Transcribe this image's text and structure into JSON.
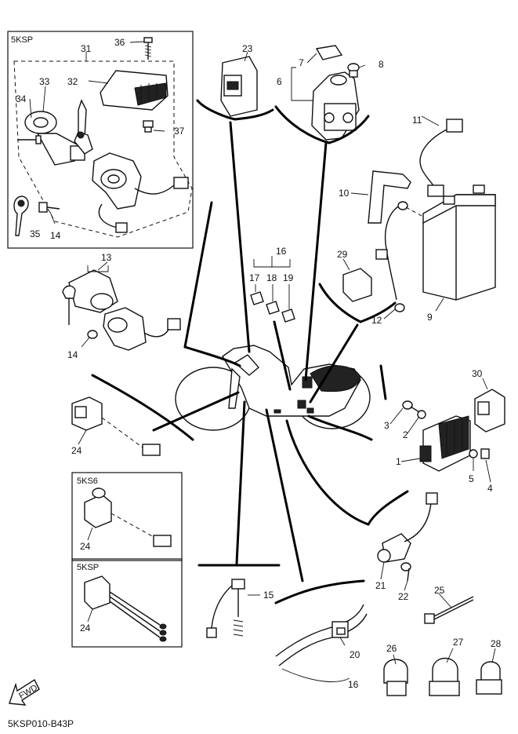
{
  "diagram": {
    "code": "5KSP010-B43P",
    "fwd_label": "FWD",
    "boxes": {
      "top_left": "5KSP",
      "mid_a": "5KS6",
      "mid_b": "5KSP"
    },
    "callouts": {
      "p1": "1",
      "p2": "2",
      "p3": "3",
      "p4": "4",
      "p5": "5",
      "p6": "6",
      "p7": "7",
      "p8": "8",
      "p9": "9",
      "p10": "10",
      "p11": "11",
      "p12": "12",
      "p13": "13",
      "p14a": "14",
      "p14b": "14",
      "p15": "15",
      "p16a": "16",
      "p16b": "16",
      "p17": "17",
      "p18": "18",
      "p19": "19",
      "p20": "20",
      "p21": "21",
      "p22": "22",
      "p23": "23",
      "p24a": "24",
      "p24b": "24",
      "p24c": "24",
      "p25": "25",
      "p26": "26",
      "p27": "27",
      "p28": "28",
      "p29": "29",
      "p30": "30",
      "p31": "31",
      "p32": "32",
      "p33": "33",
      "p34": "34",
      "p35": "35",
      "p36": "36",
      "p37": "37"
    }
  }
}
